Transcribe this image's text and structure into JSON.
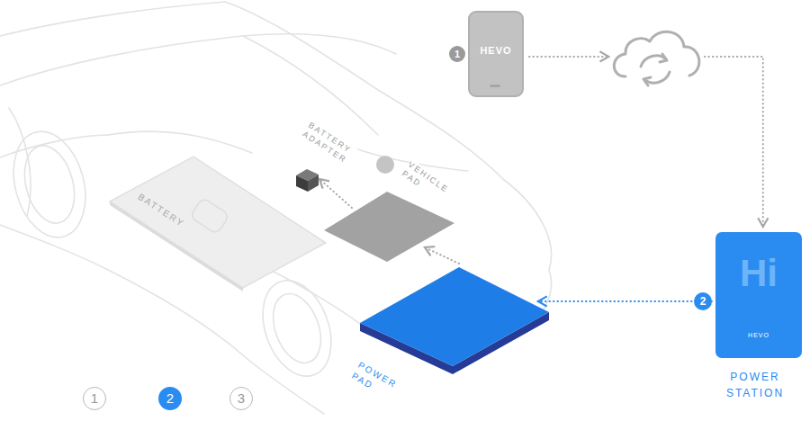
{
  "diagram": {
    "nodes": [
      {
        "text": [
          "HEVO"
        ]
      },
      {
        "text": [
          "BATTERY ADAPTER"
        ]
      },
      {
        "text": [
          "VEHICLE PAD"
        ]
      },
      {
        "text": [
          "BATTERY"
        ]
      },
      {
        "text": [
          "POWER PAD"
        ]
      },
      {
        "text": [
          "Hi",
          "HEVO",
          "POWER STATION"
        ]
      }
    ],
    "edges": [
      {
        "from": 0,
        "to": 5,
        "arrow": "to"
      },
      {
        "from": 5,
        "to": 4,
        "label": "2",
        "arrow": "to"
      },
      {
        "from": 4,
        "to": 2,
        "arrow": "to"
      },
      {
        "from": 2,
        "to": 1,
        "arrow": "to"
      }
    ],
    "labels": [
      "1",
      "1",
      "2",
      "3"
    ]
  }
}
